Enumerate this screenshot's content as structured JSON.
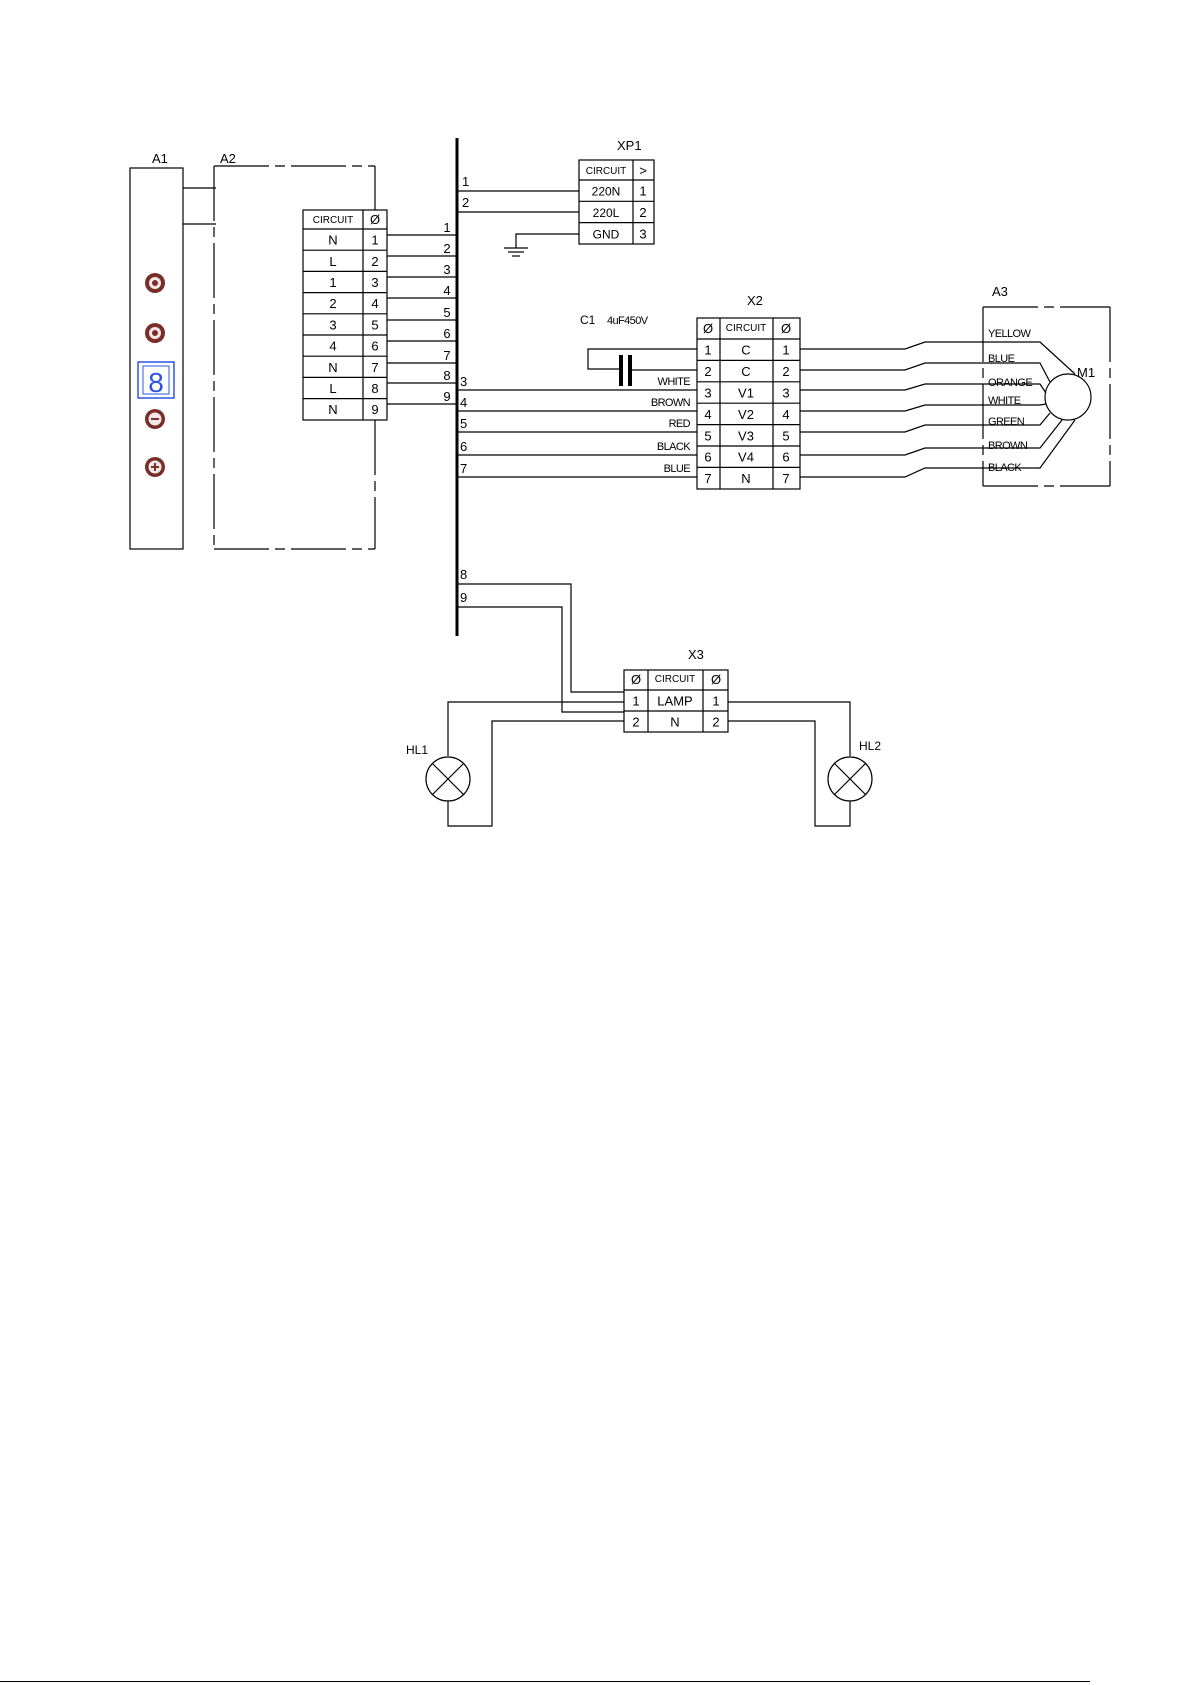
{
  "labels": {
    "a1": "A1",
    "a2": "A2",
    "a3": "A3",
    "xp1": "XP1",
    "x2": "X2",
    "x3": "X3",
    "c1": "C1",
    "c1_value": "4uF450V",
    "m1": "M1",
    "hl1": "HL1",
    "hl2": "HL2"
  },
  "symbols": {
    "diameter": "Ø",
    "arrow": ">"
  },
  "a2_block": {
    "header": "CIRCUIT",
    "rows": [
      {
        "circuit": "N",
        "num": "1"
      },
      {
        "circuit": "L",
        "num": "2"
      },
      {
        "circuit": "1",
        "num": "3"
      },
      {
        "circuit": "2",
        "num": "4"
      },
      {
        "circuit": "3",
        "num": "5"
      },
      {
        "circuit": "4",
        "num": "6"
      },
      {
        "circuit": "N",
        "num": "7"
      },
      {
        "circuit": "L",
        "num": "8"
      },
      {
        "circuit": "N",
        "num": "9"
      }
    ]
  },
  "xp1_block": {
    "header": "CIRCUIT",
    "rows": [
      {
        "circuit": "220N",
        "num": "1"
      },
      {
        "circuit": "220L",
        "num": "2"
      },
      {
        "circuit": "GND",
        "num": "3"
      }
    ]
  },
  "x2_block": {
    "header": "CIRCUIT",
    "rows": [
      {
        "left": "1",
        "circuit": "C",
        "right": "1"
      },
      {
        "left": "2",
        "circuit": "C",
        "right": "2"
      },
      {
        "left": "3",
        "circuit": "V1",
        "right": "3"
      },
      {
        "left": "4",
        "circuit": "V2",
        "right": "4"
      },
      {
        "left": "5",
        "circuit": "V3",
        "right": "5"
      },
      {
        "left": "6",
        "circuit": "V4",
        "right": "6"
      },
      {
        "left": "7",
        "circuit": "N",
        "right": "7"
      }
    ]
  },
  "x3_block": {
    "header": "CIRCUIT",
    "rows": [
      {
        "left": "1",
        "circuit": "LAMP",
        "right": "1"
      },
      {
        "left": "2",
        "circuit": "N",
        "right": "2"
      }
    ]
  },
  "bus_left_numbers": [
    "1",
    "2",
    "3",
    "4",
    "5",
    "6",
    "7",
    "8",
    "9"
  ],
  "bus_right_numbers": [
    "1",
    "2",
    "3",
    "4",
    "5",
    "6",
    "7",
    "8",
    "9"
  ],
  "bus_lower_numbers": [
    "8",
    "9"
  ],
  "wire_colors_x2": [
    "WHITE",
    "BROWN",
    "RED",
    "BLACK",
    "BLUE"
  ],
  "motor_wire_colors": [
    "YELLOW",
    "BLUE",
    "ORANGE",
    "WHITE",
    "GREEN",
    "BROWN",
    "BLACK"
  ],
  "display_digit": "8",
  "colors": {
    "knob": "#7a2e2a",
    "display": "#2a55e6"
  }
}
